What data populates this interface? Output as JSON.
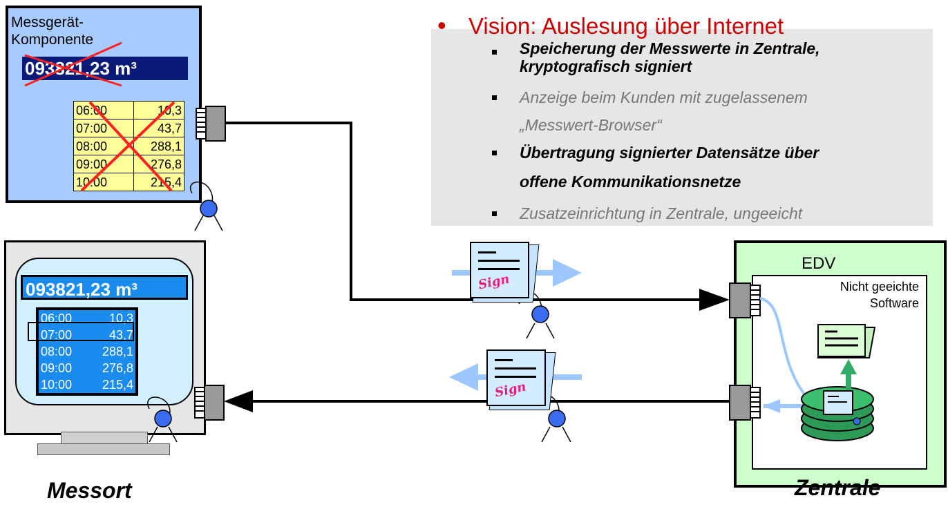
{
  "meter": {
    "title_line1": "Messgerät-",
    "title_line2": "Komponente",
    "reading": "093821,23 m³",
    "table": [
      {
        "time": "06:00",
        "value": "10,3"
      },
      {
        "time": "07:00",
        "value": "43,7"
      },
      {
        "time": "08:00",
        "value": "288,1"
      },
      {
        "time": "09:00",
        "value": "276,8"
      },
      {
        "time": "10:00",
        "value": "215,4"
      }
    ]
  },
  "monitor": {
    "reading": "093821,23 m³",
    "table": [
      {
        "time": "06:00",
        "value": "10,3"
      },
      {
        "time": "07:00",
        "value": "43,7"
      },
      {
        "time": "08:00",
        "value": "288,1"
      },
      {
        "time": "09:00",
        "value": "276,8"
      },
      {
        "time": "10:00",
        "value": "215,4"
      }
    ]
  },
  "panel": {
    "vision_title": "Vision: Auslesung über Internet",
    "items": [
      {
        "line1": "Speicherung der Messwerte in Zentrale,",
        "line2": "kryptografisch signiert",
        "bold": true
      },
      {
        "line1": "Anzeige beim Kunden mit zugelassenem",
        "line2": "„Messwert-Browser“",
        "bold": false
      },
      {
        "line1": "Übertragung signierter Datensätze über",
        "line2": "offene Kommunikationsnetze",
        "bold": true
      },
      {
        "line1": "Zusatzeinrichtung in Zentrale, ungeeicht",
        "line2": "",
        "bold": false
      }
    ]
  },
  "zentrale": {
    "box_title": "EDV",
    "software_line1": "Nicht geeichte",
    "software_line2": "Software"
  },
  "signature_label": "Sign",
  "labels": {
    "messort": "Messort",
    "zentrale": "Zentrale"
  },
  "colors": {
    "cross": "#ff2222",
    "vision_red": "#cc0000",
    "arrow_light_blue": "#9cc8ff",
    "arrow_green": "#33aa66",
    "seal_blue": "#3a6cf0",
    "disk_green": "#2e9a58"
  },
  "icons": [
    "network-connector-icon",
    "signature-seal-icon",
    "signed-document-icon",
    "disk-stack-icon",
    "cross-out-icon"
  ]
}
